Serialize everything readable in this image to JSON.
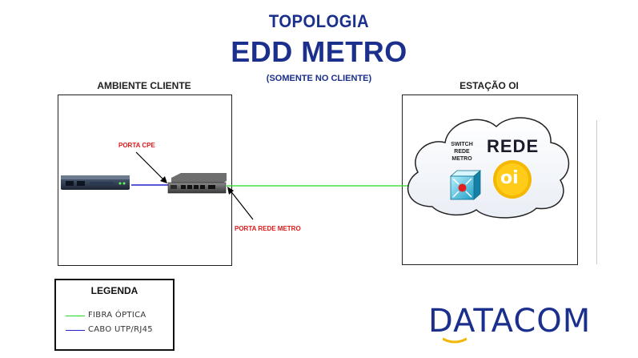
{
  "header": {
    "title_line1": "TOPOLOGIA",
    "title_line2": "EDD METRO",
    "subtitle": "(SOMENTE NO CLIENTE)"
  },
  "client_area": {
    "heading": "AMBIENTE CLIENTE",
    "port_cpe_label": "PORTA CPE",
    "port_metro_label": "PORTA REDE METRO"
  },
  "station_area": {
    "heading": "ESTAÇÃO OI",
    "network_label": "REDE",
    "switch_label_lines": [
      "SWITCH",
      "REDE",
      "METRO"
    ],
    "oi_logo_text": "oi"
  },
  "legend": {
    "title": "LEGENDA",
    "items": [
      {
        "label": "FIBRA ÓPTICA",
        "color": "#22dd22"
      },
      {
        "label": "CABO UTP/RJ45",
        "color": "#2222cc"
      }
    ]
  },
  "brand": {
    "name": "DATACOM",
    "color": "#1b2f8c",
    "accent": "#f2b705"
  },
  "colors": {
    "title": "#1b2f8c",
    "port_label": "#e01818",
    "fiber": "#22dd22",
    "utp": "#2222cc",
    "oi_logo": "#f5b800"
  }
}
